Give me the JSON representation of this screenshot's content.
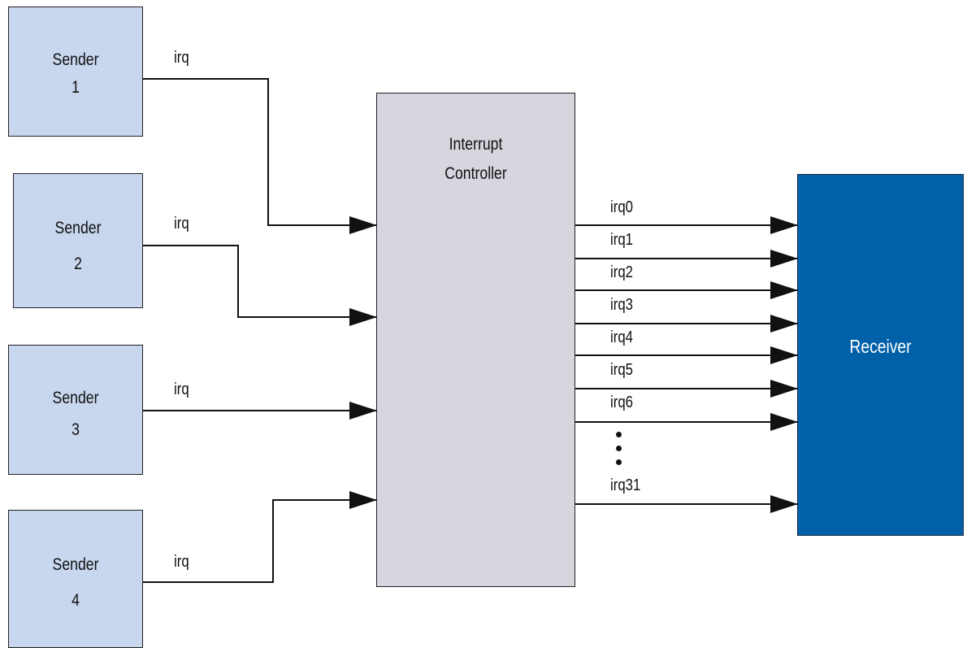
{
  "senders": [
    {
      "name": "Sender",
      "number": "1",
      "signal": "irq"
    },
    {
      "name": "Sender",
      "number": "2",
      "signal": "irq"
    },
    {
      "name": "Sender",
      "number": "3",
      "signal": "irq"
    },
    {
      "name": "Sender",
      "number": "4",
      "signal": "irq"
    }
  ],
  "controller": {
    "line1": "Interrupt",
    "line2": "Controller"
  },
  "receiver": {
    "label": "Receiver"
  },
  "outputs": [
    "irq0",
    "irq1",
    "irq2",
    "irq3",
    "irq4",
    "irq5",
    "irq6",
    "irq31"
  ],
  "colors": {
    "sender_fill": "#c8d6ee",
    "controller_fill": "#d5d6de",
    "receiver_fill": "#0060a8",
    "line": "#111111"
  }
}
